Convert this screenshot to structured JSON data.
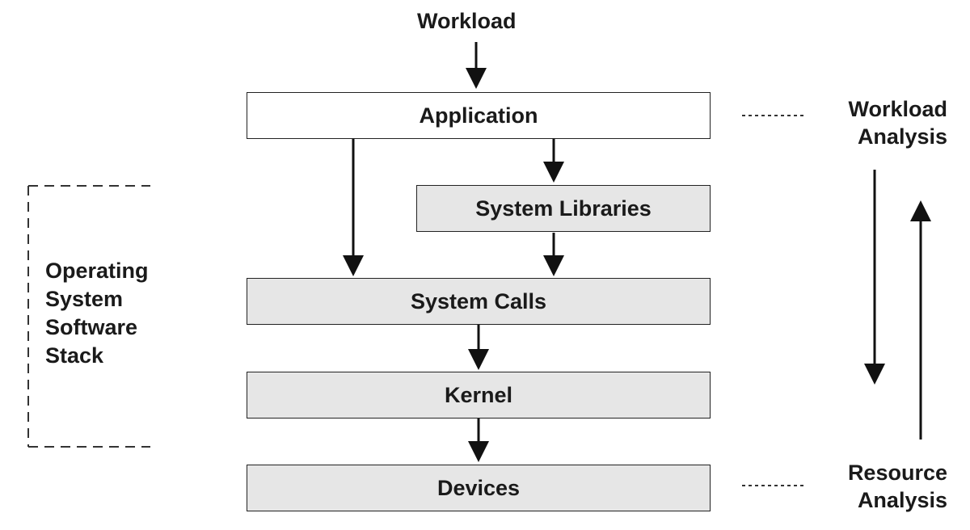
{
  "top_label": "Workload",
  "layers": {
    "application": "Application",
    "system_libraries": "System Libraries",
    "system_calls": "System Calls",
    "kernel": "Kernel",
    "devices": "Devices"
  },
  "stack_label": [
    "Operating",
    "System",
    "Software",
    "Stack"
  ],
  "workload_analysis": [
    "Workload",
    "Analysis"
  ],
  "resource_analysis": [
    "Resource",
    "Analysis"
  ],
  "colors": {
    "stack_fill": "#e6e6e6",
    "top_fill": "#ffffff",
    "stroke": "#222222"
  }
}
